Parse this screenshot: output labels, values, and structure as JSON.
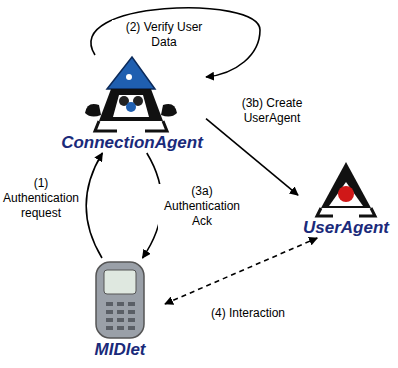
{
  "diagram": {
    "nodes": [
      {
        "text": [
          "ConnectionAgent"
        ]
      },
      {
        "text": [
          "UserAgent"
        ]
      },
      {
        "text": [
          "MIDlet"
        ]
      }
    ],
    "edges": [
      {
        "from": 2,
        "to": 0,
        "label": "(1) Authentication request",
        "arrow": "to"
      },
      {
        "from": 0,
        "to": 0,
        "label": "(2) Verify User Data",
        "arrow": "to"
      },
      {
        "from": 0,
        "to": 2,
        "label": "(3a) Authentication Ack",
        "arrow": "to"
      },
      {
        "from": 0,
        "to": 1,
        "label": "(3b) Create UserAgent",
        "arrow": "to"
      },
      {
        "from": 2,
        "to": 1,
        "label": "(4) Interaction",
        "arrow": "both"
      }
    ]
  }
}
